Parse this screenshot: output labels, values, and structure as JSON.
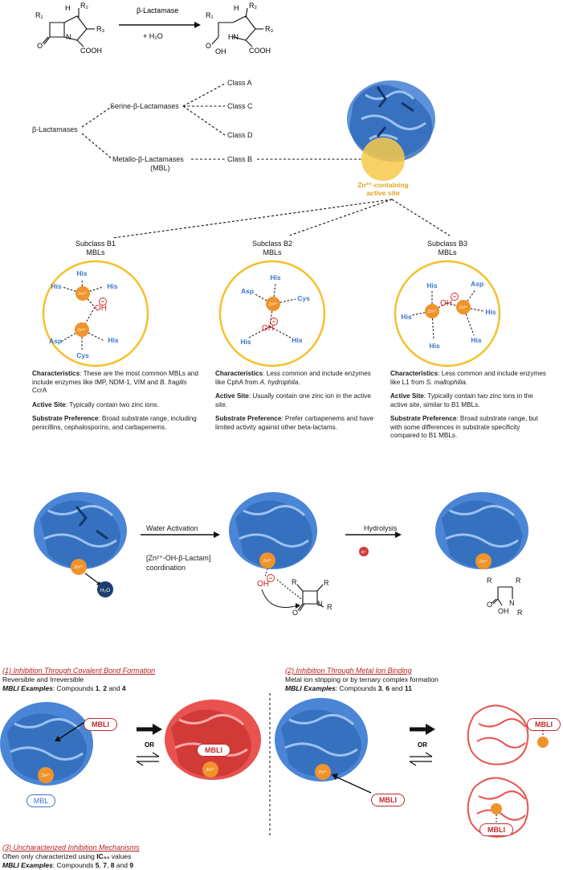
{
  "reaction": {
    "enzyme_label": "β-Lactamase",
    "water_label": "+ H₂O",
    "r1": "R₁",
    "r2": "R₂",
    "r3": "R₃",
    "cooh_left": "COOH",
    "cooh_right": "COOH",
    "oh": "OH",
    "hn": "HN",
    "h": "H",
    "o": "O",
    "n": "N"
  },
  "classification": {
    "root": "β-Lactamases",
    "serine": "Serine-β-Lactamases",
    "metallo_line1": "Metallo-β-Lactamases",
    "metallo_line2": "(MBL)",
    "class_a": "Class A",
    "class_c": "Class C",
    "class_d": "Class D",
    "class_b": "Class B",
    "active_site_line1": "Zn²⁺-containing",
    "active_site_line2": "active site"
  },
  "subclasses": [
    {
      "title_line1": "Subclass B1",
      "title_line2": "MBLs",
      "ligands": {
        "his1": "His",
        "his2": "His",
        "his3": "His",
        "asp": "Asp",
        "cys": "Cys",
        "his4": "His"
      },
      "oh": "OH",
      "characteristics_label": "Characteristics",
      "characteristics_text": ": These are the most common MBLs and include enzymes like IMP, NDM-1, VIM and ",
      "characteristics_italic": "B. fragilis",
      "characteristics_tail": " CcrA",
      "active_site_label": "Active Site",
      "active_site_text": ": Typically contain two zinc ions.",
      "substrate_label": "Substrate Preference",
      "substrate_text": ": Broad substrate range, including penicillins, cephalosporins, and carbapenems."
    },
    {
      "title_line1": "Subclass B2",
      "title_line2": "MBLs",
      "ligands": {
        "his_top": "His",
        "asp": "Asp",
        "cys": "Cys",
        "his_bl": "His",
        "his_br": "His"
      },
      "oh": "OH",
      "characteristics_label": "Characteristics",
      "characteristics_text": ": Less common and include enzymes like CphA from ",
      "characteristics_italic": "A. hydrophila",
      "characteristics_tail": ".",
      "active_site_label": "Active Site",
      "active_site_text": ": Usually contain one zinc ion in the active site.",
      "substrate_label": "Substrate Preference",
      "substrate_text": ": Prefer carbapenems and have limited activity against other beta-lactams."
    },
    {
      "title_line1": "Subclass B3",
      "title_line2": "MBLs",
      "ligands": {
        "his_t1": "His",
        "his_l": "His",
        "his_b1": "His",
        "asp": "Asp",
        "his_r": "His",
        "his_b2": "His"
      },
      "oh": "OH",
      "characteristics_label": "Characteristics",
      "characteristics_text": ": Less common and include enzymes like L1 from ",
      "characteristics_italic": "S. maltophilia",
      "characteristics_tail": ".",
      "active_site_label": "Active Site",
      "active_site_text": ": Typically contain two zinc ions in the active site, similar to B1 MBLs.",
      "substrate_label": "Substrate Preference",
      "substrate_text": ": Broad substrate range, but with some differences in substrate specificity compared to B1 MBLs."
    }
  ],
  "zinc_label": "Zn²⁺",
  "mechanism": {
    "water_activation": "Water Activation",
    "coordination_line1": "[Zn²⁺-OH-β-Lactam]",
    "coordination_line2": "coordination",
    "hydrolysis": "Hydrolysis",
    "h2o": "H₂O",
    "h_plus": "H⁺",
    "oh": "OH",
    "r": "R",
    "n": "N",
    "o": "O"
  },
  "inhibition": {
    "covalent_title": "(1) Inhibition Through Covalent Bond Formation",
    "covalent_desc": "Reversible and Irreversible",
    "covalent_examples_label": "MBLI Examples",
    "covalent_examples_prefix": ": Compounds ",
    "covalent_c1": "1",
    "covalent_sep1": ", ",
    "covalent_c2": "2",
    "covalent_sep2": " and ",
    "covalent_c3": "4",
    "metal_title": "(2) Inhibition Through Metal Ion Binding",
    "metal_desc": "Metal ion stripping or by ternary complex formation",
    "metal_examples_label": "MBLI Examples",
    "metal_examples_prefix": ": Compounds ",
    "metal_c1": "3",
    "metal_sep1": ", ",
    "metal_c2": "6",
    "metal_sep2": " and ",
    "metal_c3": "11",
    "uncharacterized_title": "(3) Uncharacterized Inhibition Mechanisms",
    "uncharacterized_desc_prefix": "Often only characterized using ",
    "uncharacterized_ic": "IC₅₀",
    "uncharacterized_desc_suffix": " values",
    "uncharacterized_examples_label": "MBLI Examples",
    "uncharacterized_examples_prefix": ": Compounds ",
    "u_c1": "5",
    "u_sep1": ", ",
    "u_c2": "7",
    "u_sep2": ", ",
    "u_c3": "8",
    "u_sep3": " and ",
    "u_c4": "9",
    "mbli": "MBLI",
    "mbl": "MBL",
    "or": "OR"
  },
  "colors": {
    "protein_blue": "#3f7fd0",
    "protein_red": "#e8524f",
    "zinc_orange": "#f0932b",
    "active_site_yellow": "#f7c94a",
    "ligand_blue": "#3a74c9",
    "oh_red": "#d42020"
  }
}
